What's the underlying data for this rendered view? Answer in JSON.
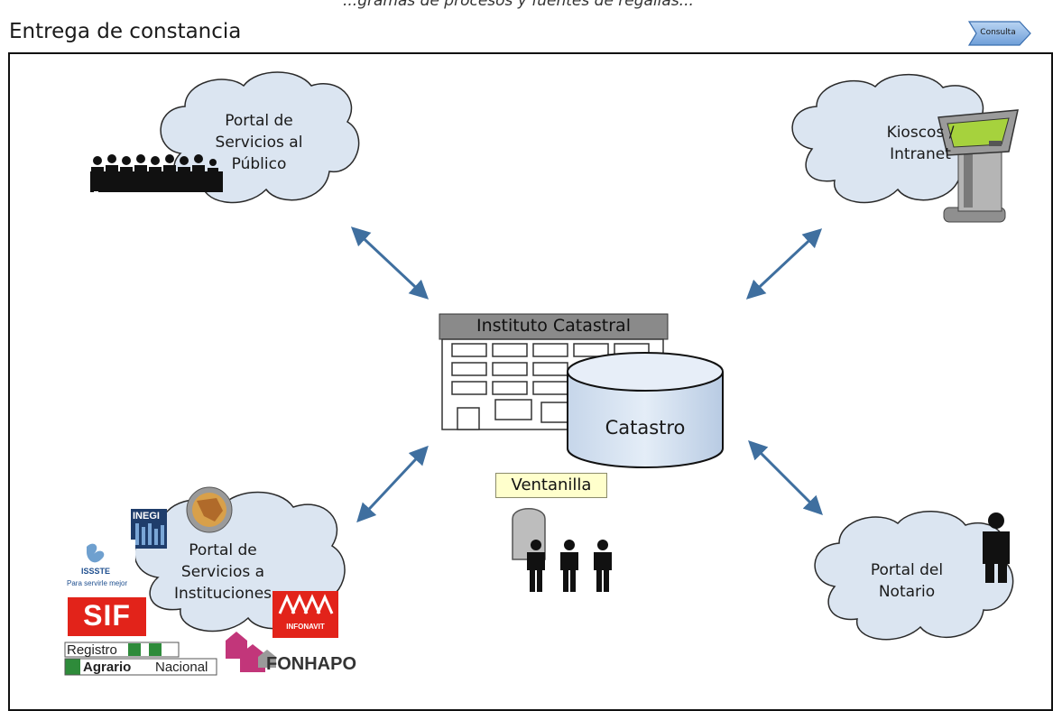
{
  "header": {
    "top_cut_text": "...gramas de procesos y fuentes de regalías...",
    "title": "Entrega de constancia",
    "consulta_label": "Consulta"
  },
  "center": {
    "building_label": "Instituto Catastral",
    "database_label": "Catastro",
    "ventanilla_label": "Ventanilla"
  },
  "clouds": {
    "publico": [
      "Portal de",
      "Servicios al",
      "Público"
    ],
    "kioscos": [
      "Kioscos /",
      "Intranet"
    ],
    "instituciones": [
      "Portal de",
      "Servicios a",
      "Instituciones"
    ],
    "notario": [
      "Portal del",
      "Notario"
    ]
  },
  "logos": {
    "inegi": "INEGI",
    "issste": "ISSSTE",
    "issste_tagline": "Para servirle mejor",
    "sif": "SIF",
    "infonavit": "INFONAVIT",
    "registro_1": "Registro",
    "registro_2": "Agrario",
    "registro_3": "Nacional",
    "fonhapo": "FONHAPO"
  },
  "colors": {
    "cloud_fill": "#dbe5f1",
    "cloud_stroke": "#2a2a2a",
    "arrow": "#3f6f9f",
    "db_fill": "#dbe5f1",
    "ventanilla_fill": "#ffffcc",
    "sif_red": "#e2231a",
    "infonavit_red": "#e2231a",
    "fonhapo_pink": "#c2367a"
  }
}
